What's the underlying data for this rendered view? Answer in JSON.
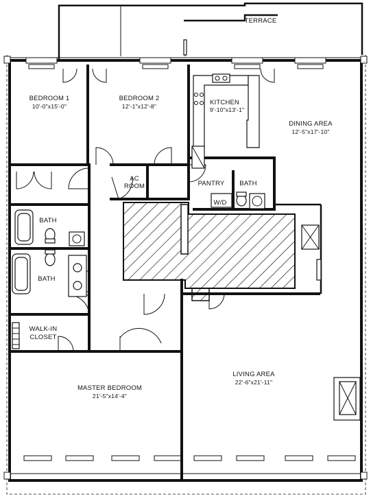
{
  "terrace": {
    "label": "TERRACE"
  },
  "rooms": {
    "bedroom1": {
      "name": "BEDROOM 1",
      "dims": "10'-0\"x15'-0\""
    },
    "bedroom2": {
      "name": "BEDROOM 2",
      "dims": "12'-1\"x12'-8\""
    },
    "kitchen": {
      "name": "KITCHEN",
      "dims": "9'-10\"x13'-1\""
    },
    "dining": {
      "name": "DINING AREA",
      "dims": "12'-5\"x17'-10\""
    },
    "ac_room": {
      "line1": "AC",
      "line2": "ROOM"
    },
    "pantry": {
      "name": "PANTRY"
    },
    "bath_kitchen": {
      "name": "BATH"
    },
    "wd": {
      "name": "W/D"
    },
    "bath_upper": {
      "name": "BATH"
    },
    "bath_lower": {
      "name": "BATH"
    },
    "walkin": {
      "line1": "WALK-IN",
      "line2": "CLOSET"
    },
    "master": {
      "name": "MASTER BEDROOM",
      "dims": "21'-5\"x14'-4\""
    },
    "living": {
      "name": "LIVING AREA",
      "dims": "22'-6\"x21'-11\""
    }
  }
}
